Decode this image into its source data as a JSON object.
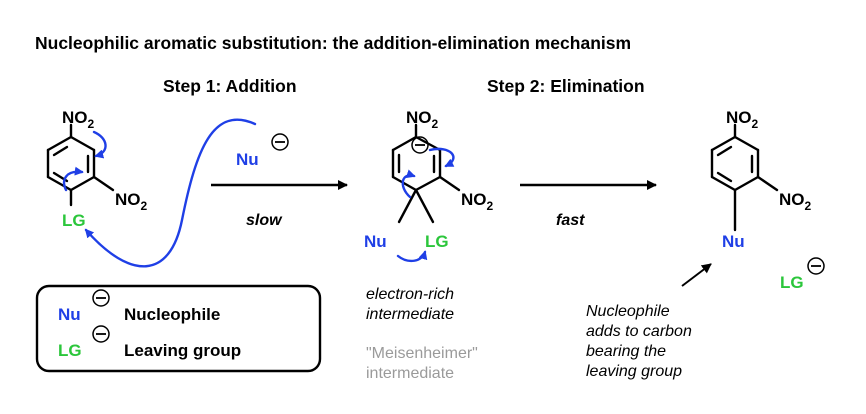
{
  "title": "Nucleophilic aromatic substitution: the addition-elimination mechanism",
  "steps": {
    "step1": "Step 1: Addition",
    "step2": "Step 2: Elimination"
  },
  "groups": {
    "no2_prefix": "NO",
    "no2_sub": "2",
    "lg": "LG",
    "nu": "Nu",
    "negative": "⊖"
  },
  "arrows": {
    "step1_condition": "slow",
    "step2_condition": "fast"
  },
  "intermediate": {
    "line1": "electron-rich",
    "line2": "intermediate",
    "meisenheimer_line1": "\"Meisenheimer\"",
    "meisenheimer_line2": "intermediate"
  },
  "product_note": {
    "line1": "Nucleophile",
    "line2": "adds to carbon",
    "line3": "bearing the",
    "line4": "leaving group"
  },
  "legend": {
    "nu_label": "Nucleophile",
    "lg_label": "Leaving group"
  },
  "colors": {
    "nucleophile": "#1f3fe6",
    "leaving_group": "#2bc63b",
    "note_grey": "#9a9a9a"
  }
}
